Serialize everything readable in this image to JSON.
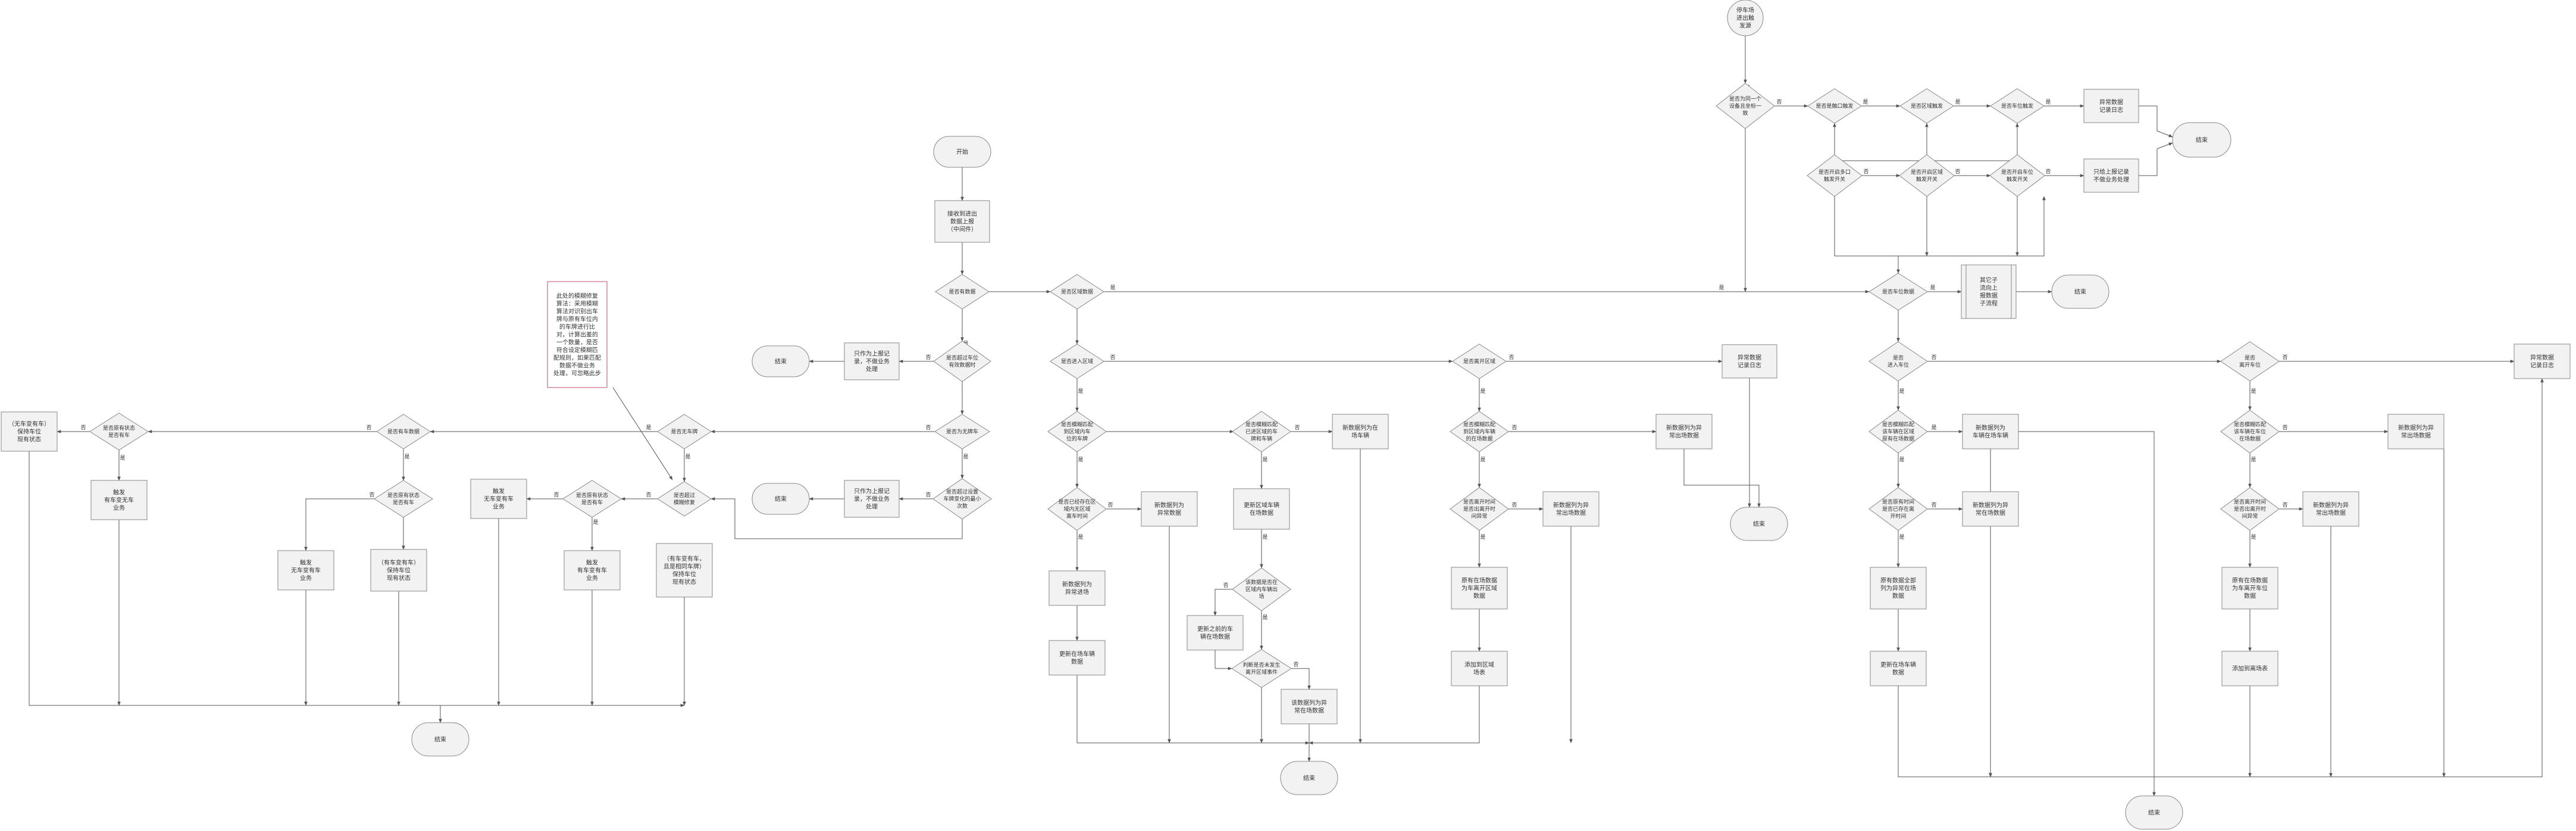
{
  "colors": {
    "line": "#555555",
    "node_fill": "#f2f2f2",
    "node_stroke": "#888888",
    "note_stroke": "#c0506a",
    "text": "#333333",
    "background": "#ffffff"
  },
  "nodes": {
    "n1": {
      "lines": [
        "停车场",
        "进出触",
        "发源"
      ]
    },
    "n2": {
      "lines": [
        "开始"
      ]
    },
    "n3": {
      "lines": [
        "接收到进出",
        "数据上报",
        "（中间件）"
      ]
    },
    "n4": {
      "lines": [
        "是否有数据"
      ]
    },
    "n5": {
      "lines": [
        "是否为同一个",
        "设备且坐标一",
        "致"
      ]
    },
    "n6": {
      "lines": [
        "是否是触口触发"
      ]
    },
    "n7": {
      "lines": [
        "是否区域触发"
      ]
    },
    "n8": {
      "lines": [
        "是否车位触发"
      ]
    },
    "n9": {
      "lines": [
        "异常数据",
        "记录日志"
      ]
    },
    "n10": {
      "lines": [
        "是否开启多口",
        "触发开关"
      ]
    },
    "n11": {
      "lines": [
        "是否开启区域",
        "触发开关"
      ]
    },
    "n12": {
      "lines": [
        "是否开启车位",
        "触发开关"
      ]
    },
    "n13": {
      "lines": [
        "只给上报记录",
        "不做业务处理"
      ]
    },
    "n14": {
      "lines": [
        "结束"
      ]
    },
    "n15": {
      "lines": [
        "是否区域数据"
      ]
    },
    "n16": {
      "lines": [
        "是否车位数据"
      ]
    },
    "n17": {
      "lines": [
        "其它子",
        "流向上",
        "报数据",
        "子流程"
      ]
    },
    "n18": {
      "lines": [
        "结束"
      ]
    },
    "n19": {
      "lines": [
        "是否超过车位",
        "有效数据时"
      ]
    },
    "n20": {
      "lines": [
        "只作为上报记",
        "录，不做业务",
        "处理"
      ]
    },
    "n21": {
      "lines": [
        "结束"
      ]
    },
    "n22": {
      "lines": [
        "此处的模糊修复",
        "算法：采用模糊",
        "算法对识别出车",
        "牌与原有车位内",
        "的车牌进行比",
        "对，计算出差的",
        "一个数量，是否",
        "符合设定模糊匹",
        "配规则，如果匹配",
        "数据不做业务",
        "处理，可忽略此步"
      ]
    },
    "n23": {
      "lines": [
        "是否进入区域"
      ]
    },
    "n24": {
      "lines": [
        "是否离开区域"
      ]
    },
    "n25": {
      "lines": [
        "异常数据",
        "记录日志"
      ]
    },
    "n26": {
      "lines": [
        "是否为无牌车"
      ]
    },
    "n27": {
      "lines": [
        "是否超过设置",
        "车牌变化的最小",
        "次数"
      ]
    },
    "n28": {
      "lines": [
        "只作为上报记",
        "录，不做业务",
        "处理"
      ]
    },
    "n29": {
      "lines": [
        "结束"
      ]
    },
    "n30": {
      "lines": [
        "是否无车牌"
      ]
    },
    "n31": {
      "lines": [
        "是否有车数据"
      ]
    },
    "n32": {
      "lines": [
        "是否原有状态",
        "是否有车"
      ]
    },
    "n33": {
      "lines": [
        "（无车变有车）",
        "保持车位",
        "现有状态"
      ]
    },
    "n34": {
      "lines": [
        "触发",
        "有车变无车",
        "业务"
      ]
    },
    "n35": {
      "lines": [
        "是否原有状态",
        "是否有车"
      ]
    },
    "n36": {
      "lines": [
        "触发",
        "无车变有车",
        "业务"
      ]
    },
    "n37": {
      "lines": [
        "（有车变有车）",
        "保持车位",
        "现有状态"
      ]
    },
    "n38": {
      "lines": [
        "是否超过",
        "模糊修复"
      ]
    },
    "n39": {
      "lines": [
        "是否原有状态",
        "是否有车"
      ]
    },
    "n40": {
      "lines": [
        "触发",
        "无车变有车",
        "业务"
      ]
    },
    "n41": {
      "lines": [
        "触发",
        "有车变有车",
        "业务"
      ]
    },
    "n42": {
      "lines": [
        "（有车变有车，",
        "且是相同车牌）",
        "保持车位",
        "现有状态"
      ]
    },
    "n43": {
      "lines": [
        "结束"
      ]
    },
    "n44": {
      "lines": [
        "是否模糊匹配",
        "到区域内车",
        "位的车牌"
      ]
    },
    "n45": {
      "lines": [
        "是否已经存在区",
        "域内无区域",
        "离车时间"
      ]
    },
    "n46": {
      "lines": [
        "新数据列为",
        "异常数据"
      ]
    },
    "n47": {
      "lines": [
        "新数据列为",
        "异常进场"
      ]
    },
    "n48": {
      "lines": [
        "更新在场车辆",
        "数据"
      ]
    },
    "n49": {
      "lines": [
        "是否模糊匹配",
        "已进区域的车",
        "牌和车辆"
      ]
    },
    "n50": {
      "lines": [
        "新数据列为在",
        "场车辆"
      ]
    },
    "n51": {
      "lines": [
        "更新区域车辆",
        "在场数据"
      ]
    },
    "n52": {
      "lines": [
        "该数据是否在",
        "区域内车辆出",
        "场"
      ]
    },
    "n53": {
      "lines": [
        "更新之前的车",
        "辆在场数据"
      ]
    },
    "n54": {
      "lines": [
        "判断是否未发生",
        "离开区域事件"
      ]
    },
    "n55": {
      "lines": [
        "该数据列为异",
        "常在场数据"
      ]
    },
    "n56": {
      "lines": [
        "结束"
      ]
    },
    "n57": {
      "lines": [
        "是否模糊匹配",
        "到区域内车辆",
        "的在场数据"
      ]
    },
    "n58": {
      "lines": [
        "新数据列为异",
        "常出场数据"
      ]
    },
    "n59": {
      "lines": [
        "是否离开时间",
        "是否出离开时",
        "间异常"
      ]
    },
    "n60": {
      "lines": [
        "新数据列为异",
        "常出场数据"
      ]
    },
    "n61": {
      "lines": [
        "原有在场数据",
        "为车离开区域",
        "数据"
      ]
    },
    "n62": {
      "lines": [
        "添加到区域",
        "场表"
      ]
    },
    "n63": {
      "lines": [
        "结束"
      ]
    },
    "n64": {
      "lines": [
        "是否",
        "进入车位"
      ]
    },
    "n65": {
      "lines": [
        "是否",
        "离开车位"
      ]
    },
    "n66": {
      "lines": [
        "异常数据",
        "记录日志"
      ]
    },
    "n67": {
      "lines": [
        "是否模糊匹配",
        "该车辆在区域",
        "原有在场数据"
      ]
    },
    "n68": {
      "lines": [
        "新数据列为",
        "车辆在场车辆"
      ]
    },
    "n69": {
      "lines": [
        "是否原有时间",
        "是否已存在离",
        "开时间"
      ]
    },
    "n70": {
      "lines": [
        "新数据列为异",
        "常在场数据"
      ]
    },
    "n71": {
      "lines": [
        "原有数据全部",
        "列为异常在场",
        "数据"
      ]
    },
    "n72": {
      "lines": [
        "更新在场车辆",
        "数据"
      ]
    },
    "n73": {
      "lines": [
        "是否模糊匹配",
        "该车辆在车位",
        "在场数据"
      ]
    },
    "n74": {
      "lines": [
        "新数据列为异",
        "常出场数据"
      ]
    },
    "n75": {
      "lines": [
        "是否离开时间",
        "是否出离开时",
        "间异常"
      ]
    },
    "n76": {
      "lines": [
        "新数据列为异",
        "常出场数据"
      ]
    },
    "n77": {
      "lines": [
        "原有在场数据",
        "为车离开车位",
        "数据"
      ]
    },
    "n78": {
      "lines": [
        "添加到离场表"
      ]
    },
    "n79": {
      "lines": [
        "结束"
      ]
    },
    "n80": {
      "lines": [
        "异常数据",
        "记录日志"
      ]
    }
  },
  "edge_labels": {
    "yes": "是",
    "no": "否"
  }
}
